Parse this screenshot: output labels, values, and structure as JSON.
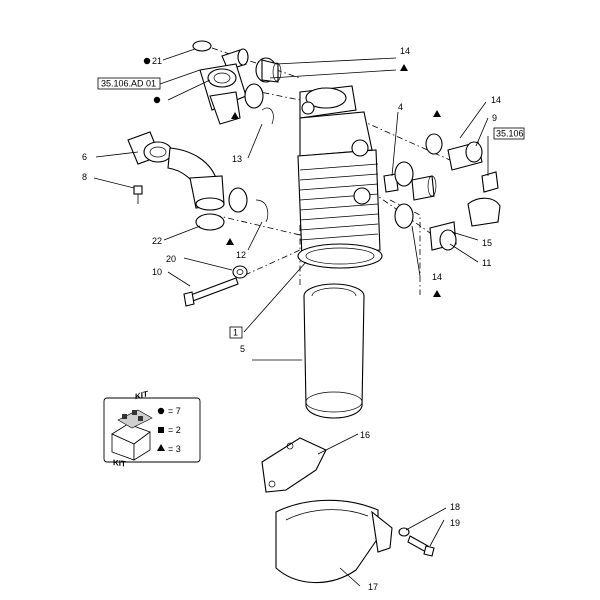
{
  "callouts": [
    {
      "id": "c21",
      "text": "21"
    },
    {
      "id": "c35a",
      "text": "35.106.AD 01"
    },
    {
      "id": "c14a",
      "text": "14"
    },
    {
      "id": "c4",
      "text": "4"
    },
    {
      "id": "c14b",
      "text": "14"
    },
    {
      "id": "c9",
      "text": "9"
    },
    {
      "id": "c35b",
      "text": "35.106"
    },
    {
      "id": "c6",
      "text": "6"
    },
    {
      "id": "c13",
      "text": "13"
    },
    {
      "id": "c8",
      "text": "8"
    },
    {
      "id": "c22",
      "text": "22"
    },
    {
      "id": "c12",
      "text": "12"
    },
    {
      "id": "c20",
      "text": "20"
    },
    {
      "id": "c10",
      "text": "10"
    },
    {
      "id": "c15",
      "text": "15"
    },
    {
      "id": "c11",
      "text": "11"
    },
    {
      "id": "c14c",
      "text": "14"
    },
    {
      "id": "c1",
      "text": "1"
    },
    {
      "id": "c5",
      "text": "5"
    },
    {
      "id": "c16",
      "text": "16"
    },
    {
      "id": "c18",
      "text": "18"
    },
    {
      "id": "c19",
      "text": "19"
    },
    {
      "id": "c17",
      "text": "17"
    }
  ],
  "kit_legend": {
    "kit_text": "KIT",
    "rows": [
      {
        "symbol": "circle",
        "text": "= 7"
      },
      {
        "symbol": "square",
        "text": "= 2"
      },
      {
        "symbol": "triangle",
        "text": "= 3"
      }
    ]
  }
}
